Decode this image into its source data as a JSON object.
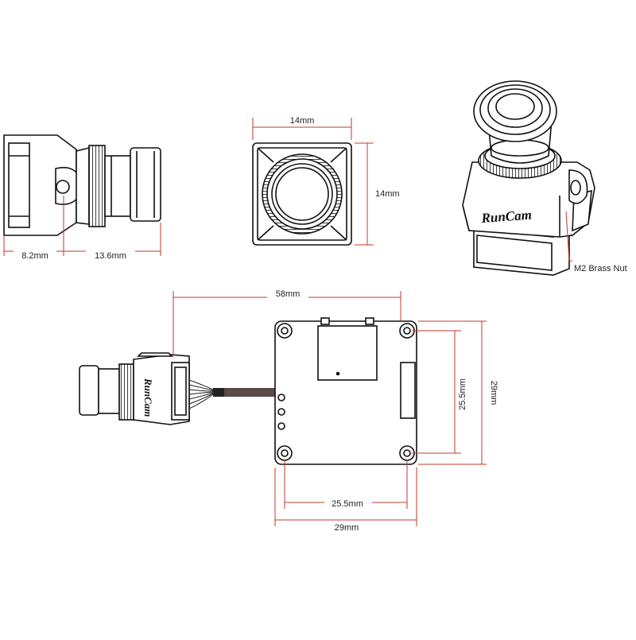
{
  "drawing": {
    "colors": {
      "dimension_line": "#c0392b",
      "outline": "#111111",
      "body_fill": "#ffffff",
      "cable": "#5a4a4a"
    },
    "side_view": {
      "dim_body": "8.2mm",
      "dim_lens": "13.6mm"
    },
    "front_view": {
      "dim_width": "14mm",
      "dim_height": "14mm"
    },
    "iso_view": {
      "brand": "RunCam",
      "callout": "M2 Brass Nut"
    },
    "assembly_view": {
      "brand": "RunCam",
      "dim_overall_length": "58mm",
      "dim_hole_pitch_v": "25.5mm",
      "dim_board_height": "29mm",
      "dim_hole_pitch_h": "25.5mm",
      "dim_board_width": "29mm"
    }
  }
}
